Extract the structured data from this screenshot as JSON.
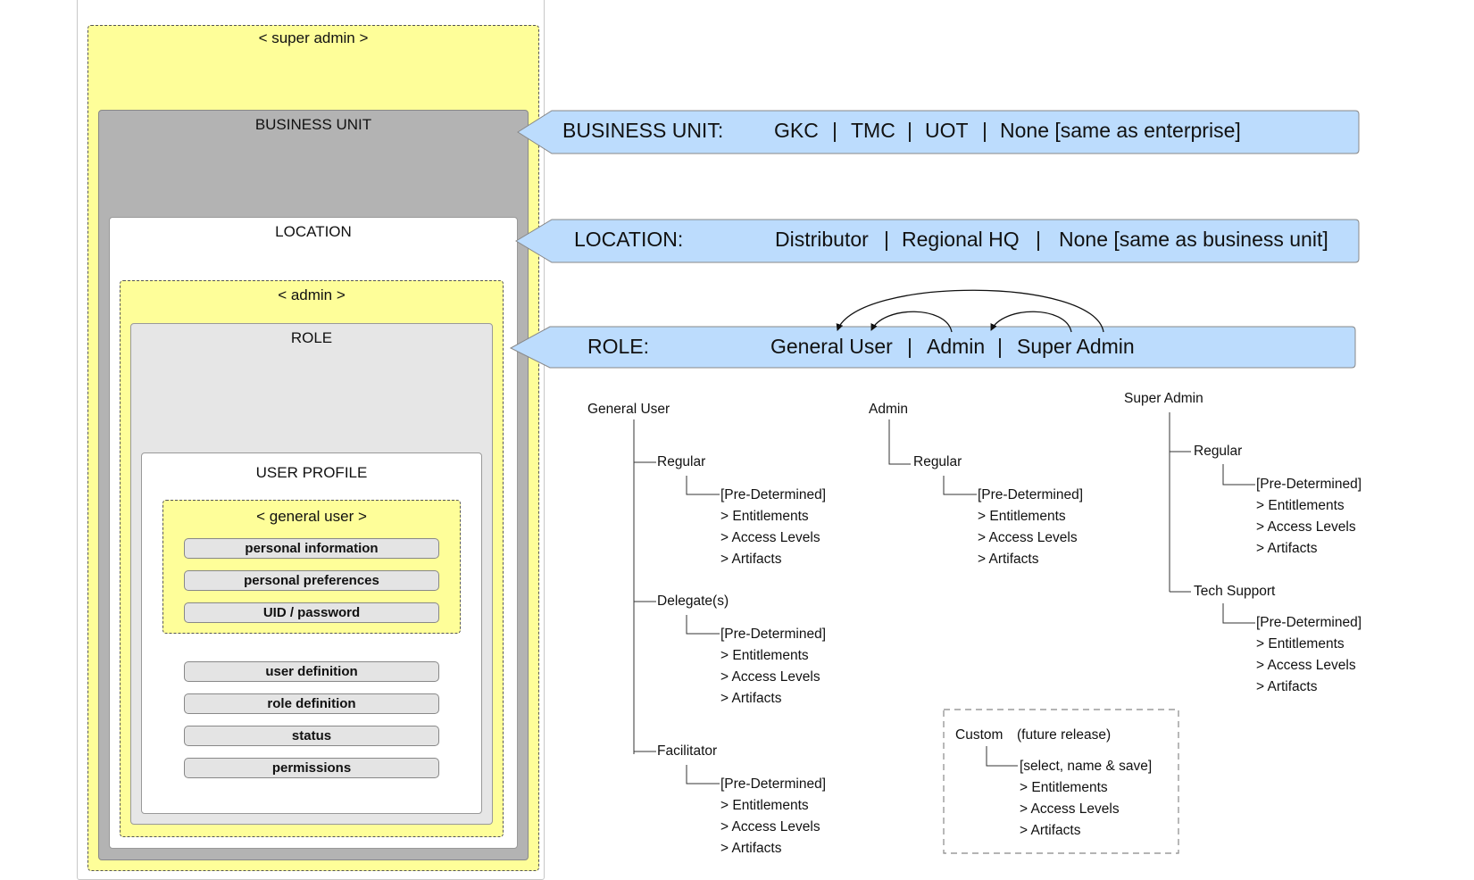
{
  "left_panel": {
    "super_admin_label": "< super admin >",
    "business_unit_label": "BUSINESS UNIT",
    "location_label": "LOCATION",
    "admin_label": "< admin >",
    "role_label": "ROLE",
    "user_profile_label": "USER PROFILE",
    "general_user_label": "< general user >",
    "general_user_items": [
      "personal information",
      "personal preferences",
      "UID / password"
    ],
    "profile_items": [
      "user definition",
      "role definition",
      "status",
      "permissions"
    ]
  },
  "banners": {
    "business_unit": {
      "title": "BUSINESS UNIT:",
      "options": [
        "GKC",
        "|",
        "TMC",
        "|",
        "UOT",
        "|",
        "None [same as enterprise]"
      ]
    },
    "location": {
      "title": "LOCATION:",
      "options": [
        "Distributor",
        "|",
        "Regional HQ",
        "|",
        "None [same as business unit]"
      ]
    },
    "role": {
      "title": "ROLE:",
      "options": [
        "General User",
        "|",
        "Admin",
        "|",
        "Super Admin"
      ]
    }
  },
  "trees": {
    "general_user": {
      "root": "General User",
      "branches": [
        {
          "name": "Regular",
          "items": [
            "[Pre-Determined]",
            "> Entitlements",
            "> Access Levels",
            "> Artifacts"
          ]
        },
        {
          "name": "Delegate(s)",
          "items": [
            "[Pre-Determined]",
            "> Entitlements",
            "> Access Levels",
            "> Artifacts"
          ]
        },
        {
          "name": "Facilitator",
          "items": [
            "[Pre-Determined]",
            "> Entitlements",
            "> Access Levels",
            "> Artifacts"
          ]
        }
      ]
    },
    "admin": {
      "root": "Admin",
      "branches": [
        {
          "name": "Regular",
          "items": [
            "[Pre-Determined]",
            "> Entitlements",
            "> Access Levels",
            "> Artifacts"
          ]
        }
      ]
    },
    "super_admin": {
      "root": "Super Admin",
      "branches": [
        {
          "name": "Regular",
          "items": [
            "[Pre-Determined]",
            "> Entitlements",
            "> Access Levels",
            "> Artifacts"
          ]
        },
        {
          "name": "Tech Support",
          "items": [
            "[Pre-Determined]",
            "> Entitlements",
            "> Access Levels",
            "> Artifacts"
          ]
        }
      ]
    },
    "custom": {
      "root": "Custom",
      "note": "(future release)",
      "items": [
        "[select, name & save]",
        "> Entitlements",
        "> Access Levels",
        "> Artifacts"
      ]
    }
  },
  "colors": {
    "yellow": "#fefe99",
    "banner_blue": "#bcdcfd",
    "gray": "#b3b3b3",
    "light_gray": "#e6e6e6"
  }
}
